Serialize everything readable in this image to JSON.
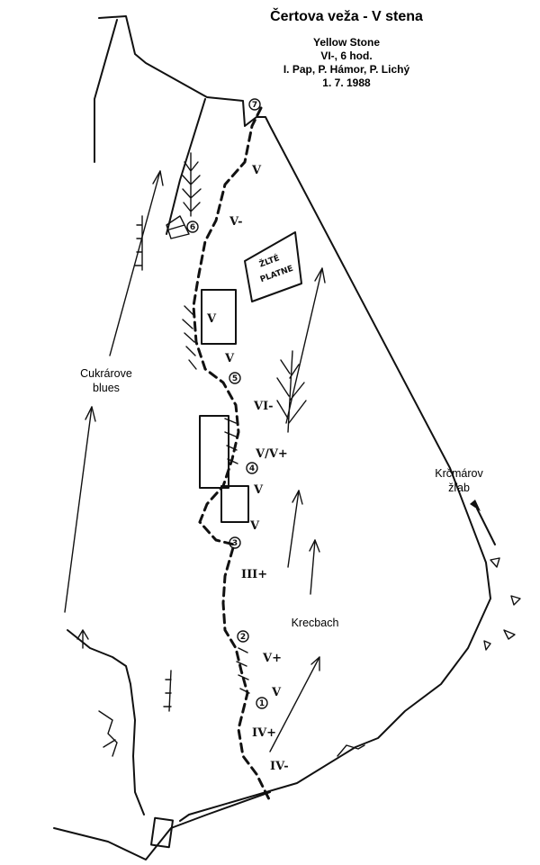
{
  "title": "Čertova veža - V stena",
  "route": {
    "name": "Yellow Stone",
    "grade": "VI-, 6 hod.",
    "authors": "I. Pap, P. Hámor, P. Lichý",
    "date": "1. 7. 1988"
  },
  "neighbor_routes": {
    "left": [
      "Cukrárove",
      "blues"
    ],
    "middle": "Krecbach",
    "gully": [
      "Krčmárov",
      "žľab"
    ]
  },
  "feature_label": [
    "ŽLTÉ",
    "PLATNE"
  ],
  "pitch_grades": [
    "V",
    "V-",
    "V",
    "V",
    "VI-",
    "V/V+",
    "V",
    "V",
    "III+",
    "V+",
    "V",
    "IV+",
    "IV-"
  ],
  "belay_numbers": [
    "1",
    "2",
    "3",
    "4",
    "5",
    "6",
    "7"
  ]
}
